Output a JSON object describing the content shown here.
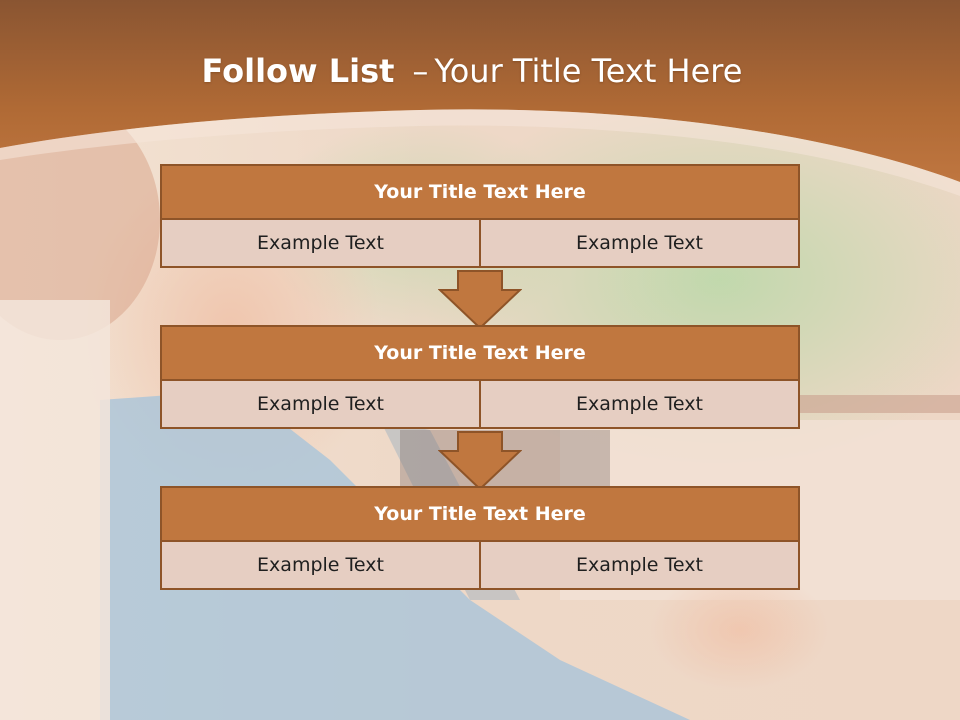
{
  "slide": {
    "title_bold": "Follow List",
    "title_separator": "–",
    "title_rest": "Your Title Text Here"
  },
  "blocks": [
    {
      "title": "Your Title Text Here",
      "left": "Example Text",
      "right": "Example Text"
    },
    {
      "title": "Your Title Text Here",
      "left": "Example Text",
      "right": "Example Text"
    },
    {
      "title": "Your Title Text Here",
      "left": "Example Text",
      "right": "Example Text"
    }
  ],
  "colors": {
    "header": "#b06a35",
    "block_title": "#c0773f",
    "block_cell": "#e6cec2",
    "border": "#8e5428"
  }
}
